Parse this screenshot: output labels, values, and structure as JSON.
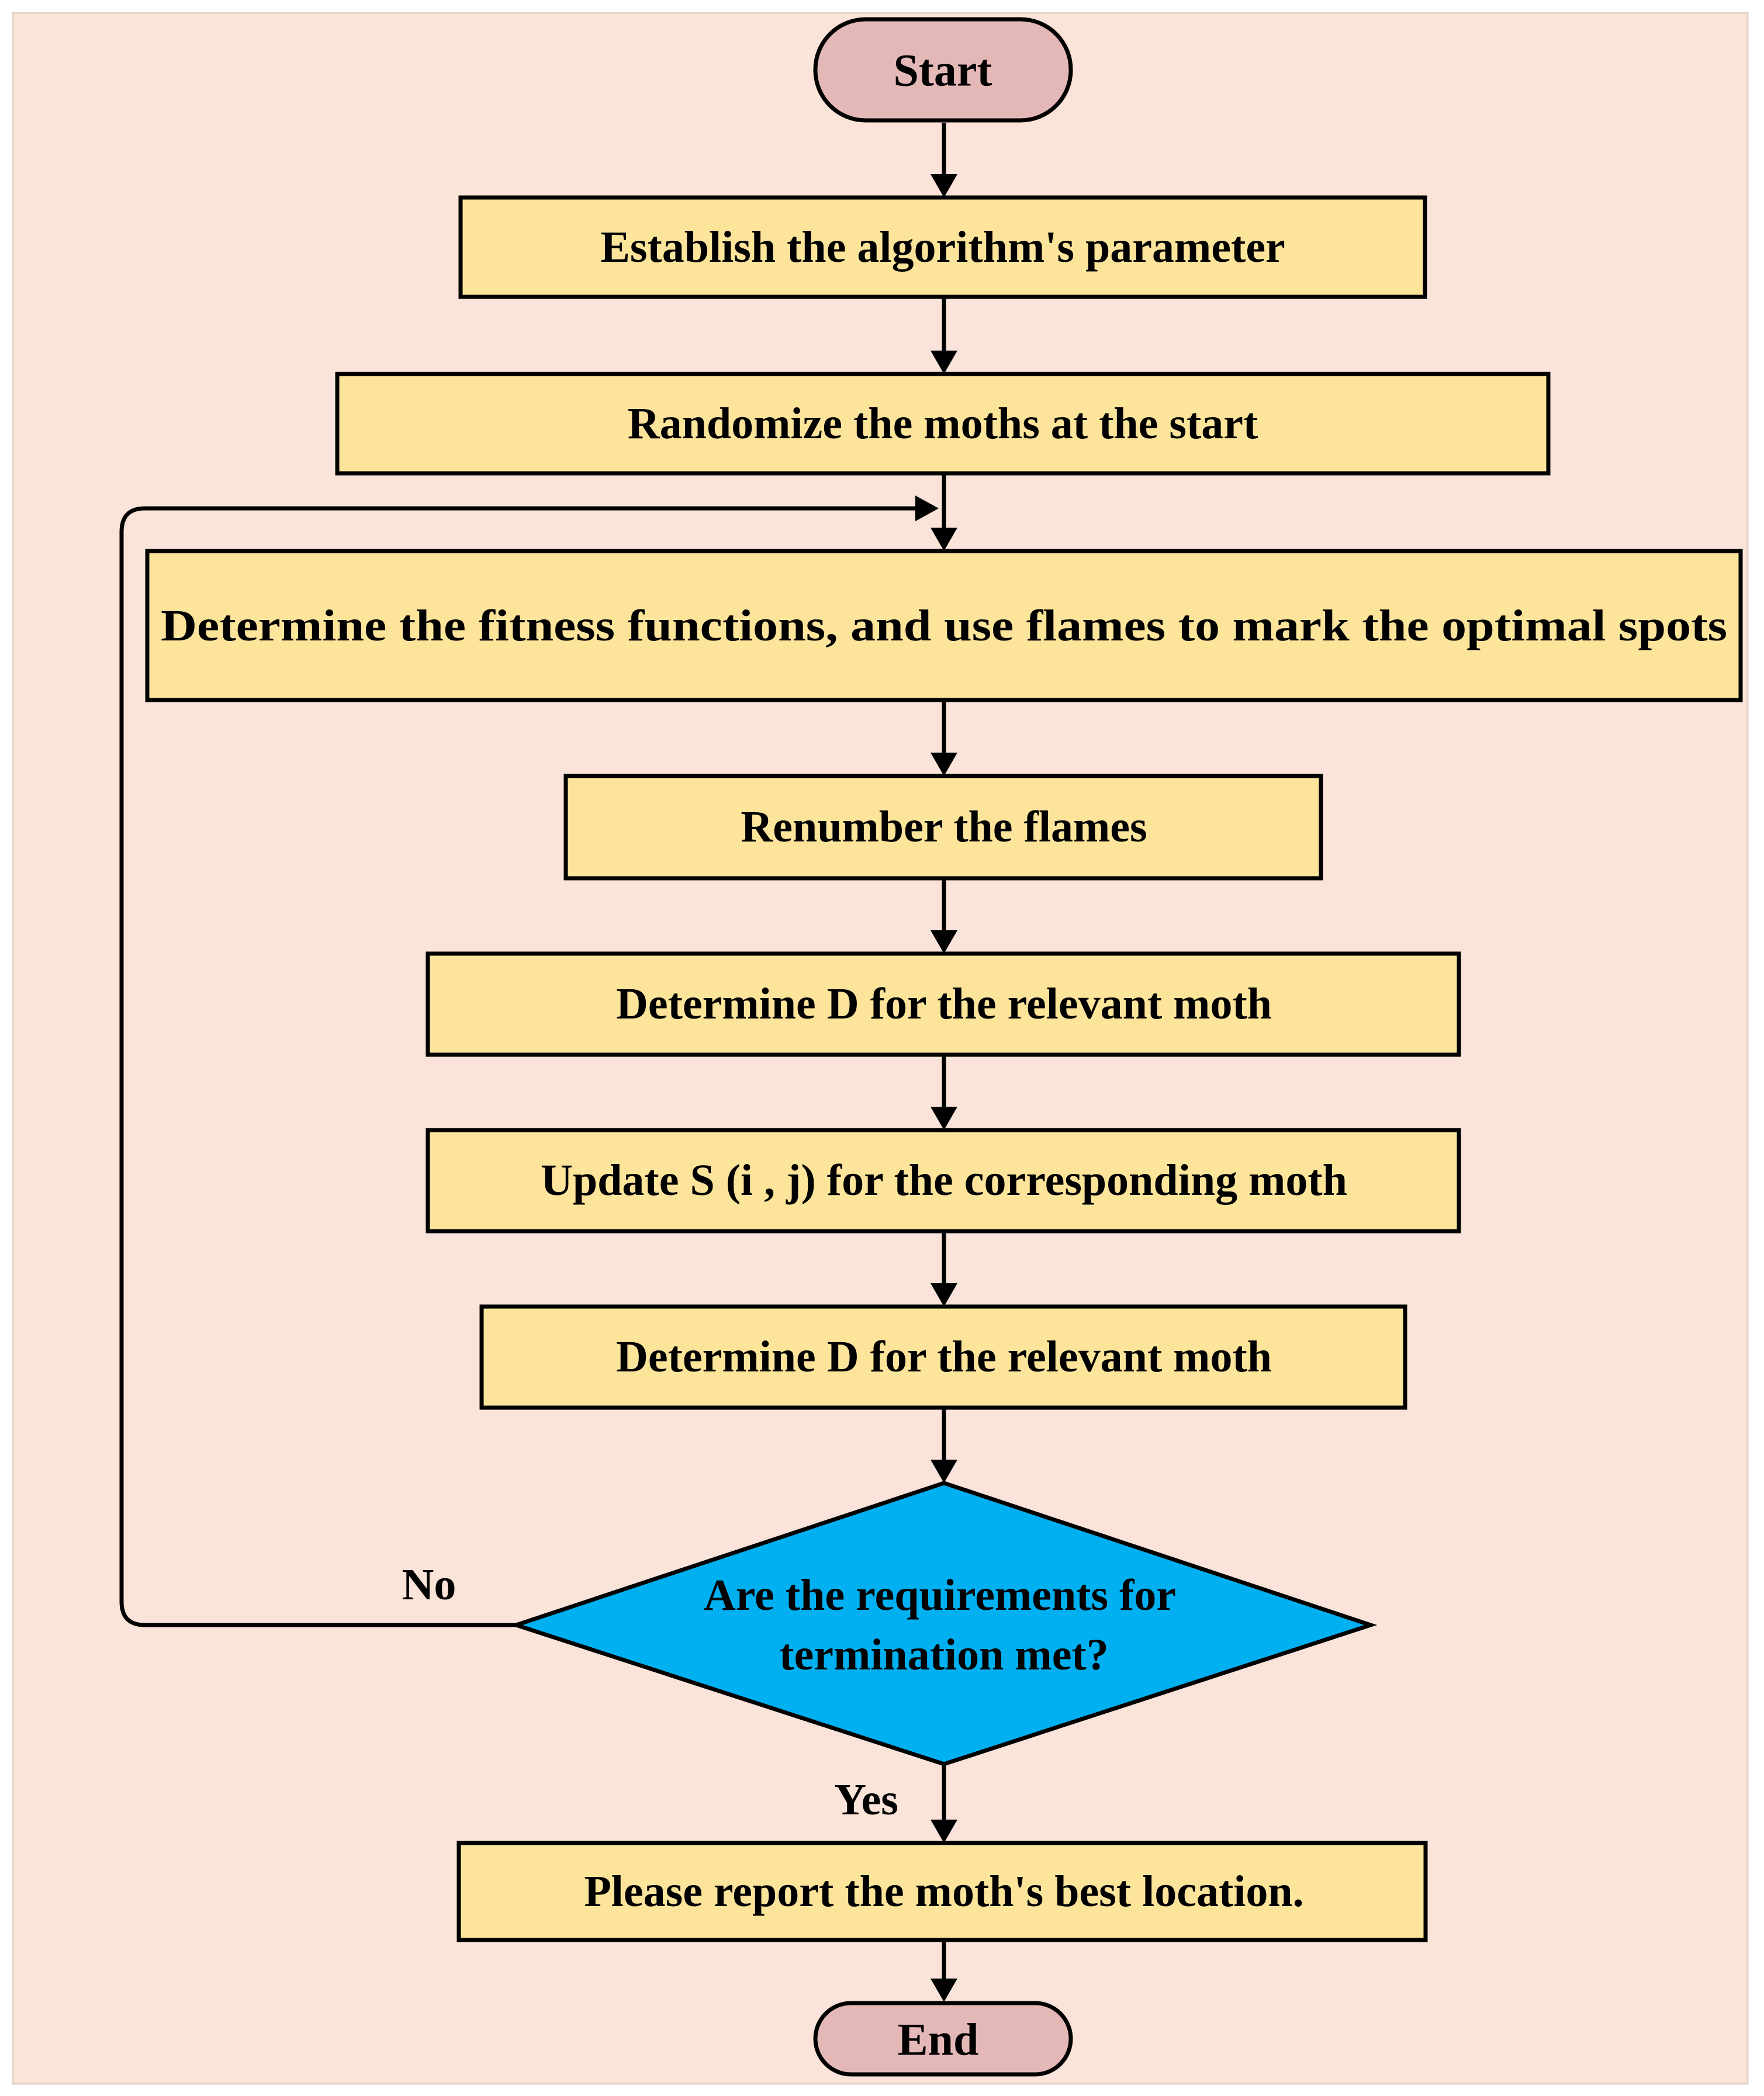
{
  "colors": {
    "background": "#FAE3D8",
    "terminal_fill": "#E5B8B8",
    "process_fill": "#FCE49B",
    "decision_fill": "#00B0F0",
    "stroke": "#000000"
  },
  "nodes": {
    "start": "Start",
    "step1": "Establish the algorithm's parameter",
    "step2": "Randomize the moths at the start",
    "step3": "Determine the fitness functions, and use flames to mark the optimal spots",
    "step4": "Renumber the flames",
    "step5": "Determine D for the relevant moth",
    "step6": "Update S (i , j) for the corresponding moth",
    "step7": "Determine D for the relevant moth",
    "decision_line1": "Are the requirements for",
    "decision_line2": "termination met?",
    "report": "Please report the moth's best location.",
    "end": "End"
  },
  "edges": {
    "no_label": "No",
    "yes_label": "Yes"
  }
}
